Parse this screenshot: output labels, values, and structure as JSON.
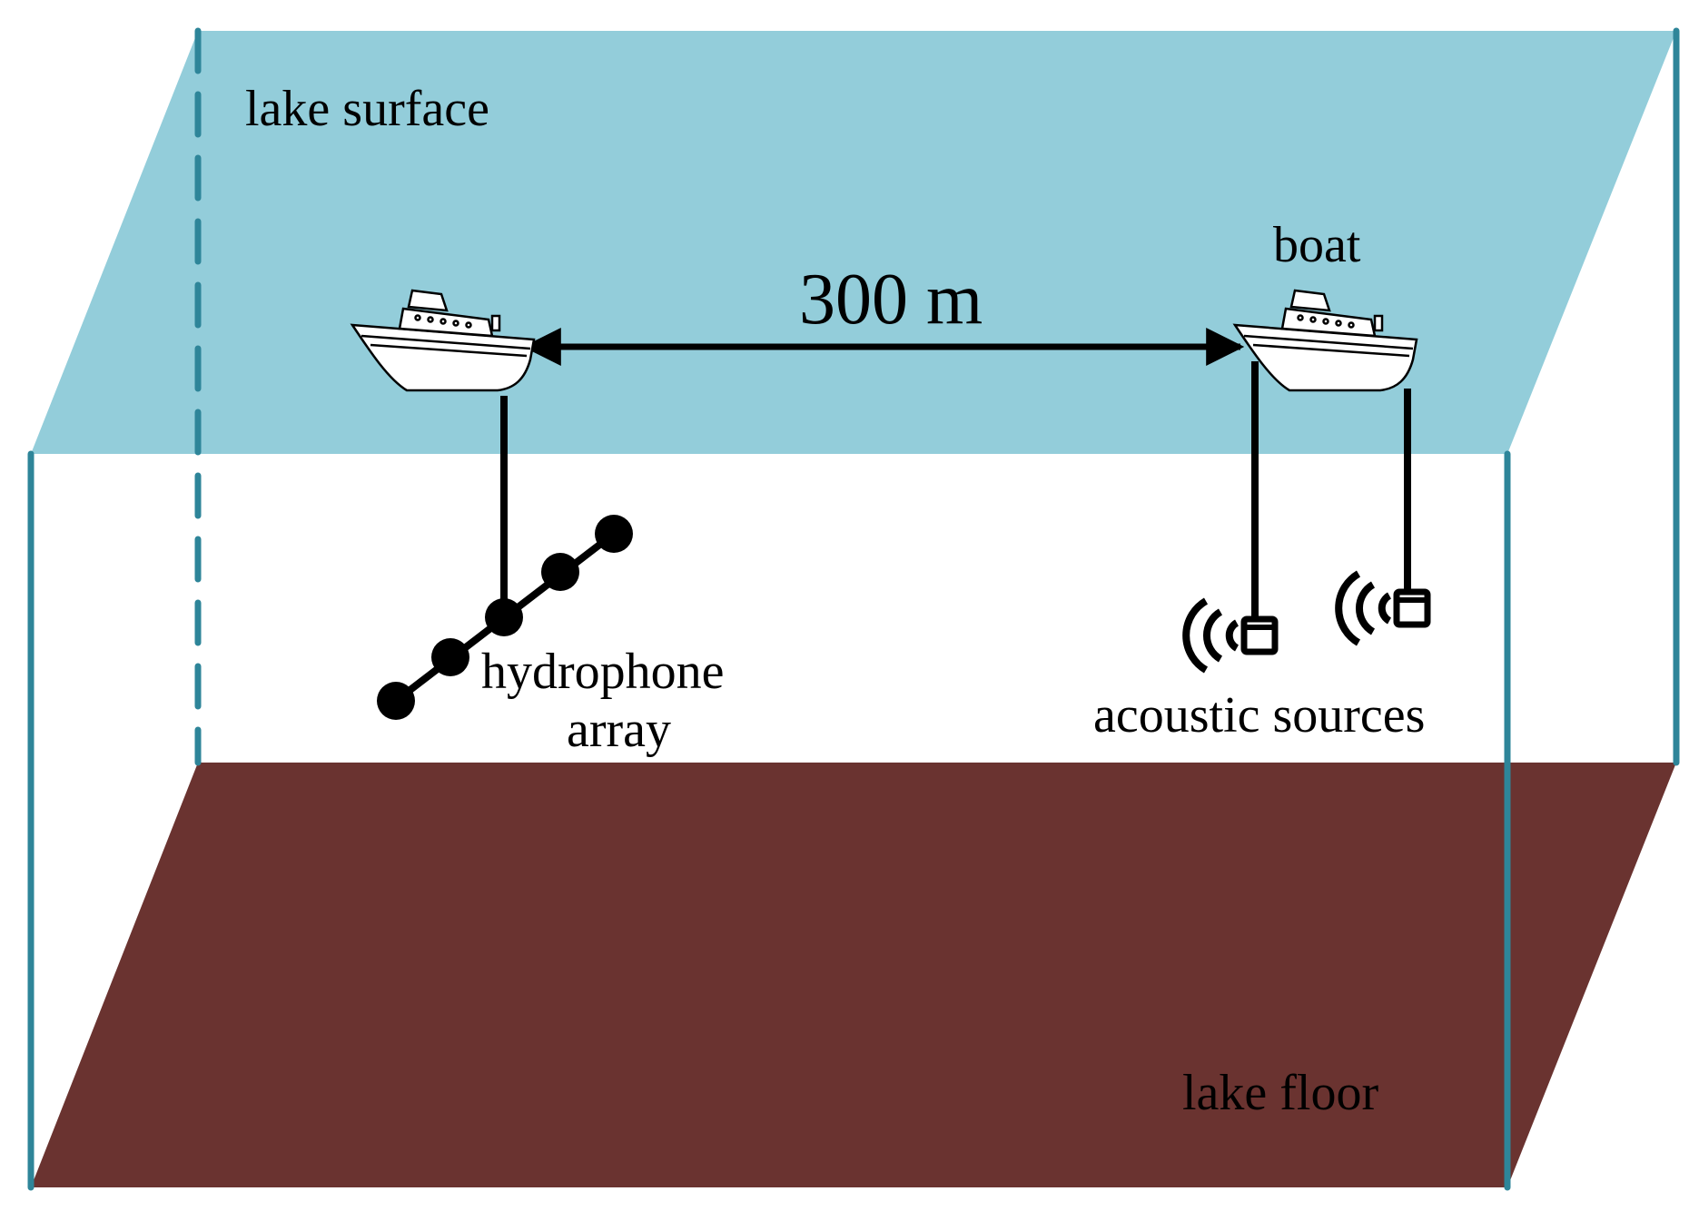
{
  "labels": {
    "surface": "lake surface",
    "floor": "lake floor",
    "boat": "boat",
    "distance": "300 m",
    "array_line1": "hydrophone",
    "array_line2": "array",
    "sources": "acoustic sources"
  },
  "colors": {
    "surface": "#93cdda",
    "floor": "#6a3330",
    "frame": "#2e8599",
    "ink": "#000000",
    "background": "#ffffff"
  },
  "icons": [
    "boat-icon",
    "hydrophone-array-icon",
    "acoustic-source-icon"
  ]
}
